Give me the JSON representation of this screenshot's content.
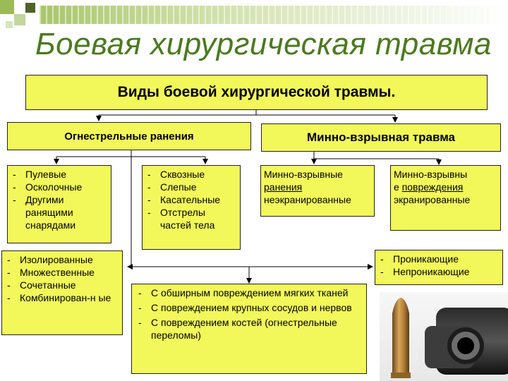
{
  "slide": {
    "title": "Боевая хирургическая травма"
  },
  "diagram": {
    "root": "Виды боевой хирургической травмы.",
    "left_branch": "Огнестрельные ранения",
    "right_branch": "Минно-взрывная травма",
    "bullet_box_1": [
      "Пулевые",
      "Осколочные",
      "Другими ранящими снарядами"
    ],
    "bullet_box_2": [
      "Сквозные",
      "Слепые",
      "Касательные",
      "Отстрелы частей тела"
    ],
    "mine_box_1": {
      "line1": "Минно-взрывные",
      "line2": "ранения",
      "line3": "неэкранированные"
    },
    "mine_box_2": {
      "line1a": "Минно-взрывны",
      "line2a": "е",
      "line2b": "повреждения",
      "line3": "экранированные"
    },
    "bullet_box_3": [
      "Изолированные",
      "Множественные",
      "Сочетанные",
      "Комбинирован-н ые"
    ],
    "bullet_box_4": [
      "С обширным повреждением мягких тканей",
      "С повреждением крупных сосудов и нервов",
      "С повреждением костей (огнестрельные переломы)"
    ],
    "bullet_box_5": [
      "Проникающие",
      "Непроникающие"
    ]
  },
  "colors": {
    "box_fill": "#f2f85a",
    "title_color": "#4b7a1f",
    "accent_squares": [
      "#9bbb59",
      "#c3d69b",
      "#4f6228"
    ]
  },
  "icons": {
    "photo": "pistol-and-cartridge-illustration"
  }
}
